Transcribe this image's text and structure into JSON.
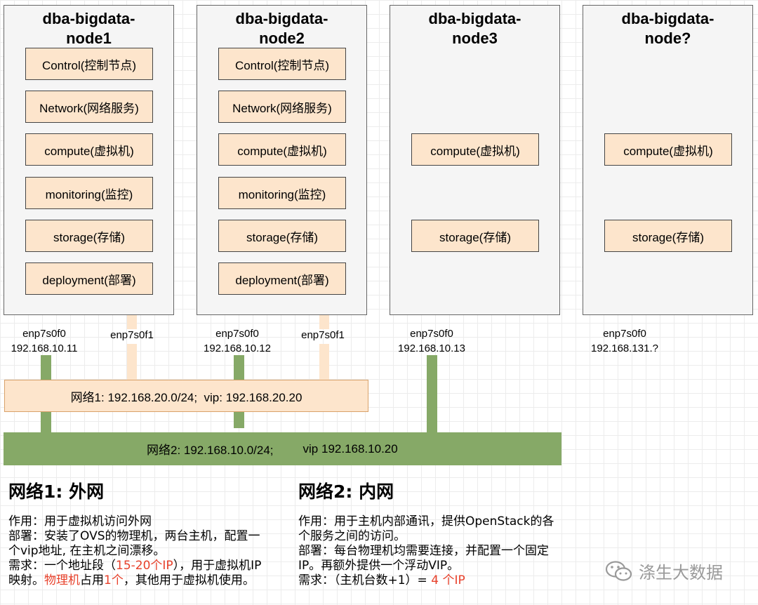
{
  "nodes": [
    {
      "title": "dba-bigdata-\nnode1",
      "services": [
        "Control(控制节点)",
        "Network(网络服务)",
        "compute(虚拟机)",
        "monitoring(监控)",
        "storage(存储)",
        "deployment(部署)"
      ]
    },
    {
      "title": "dba-bigdata-\nnode2",
      "services": [
        "Control(控制节点)",
        "Network(网络服务)",
        "compute(虚拟机)",
        "monitoring(监控)",
        "storage(存储)",
        "deployment(部署)"
      ]
    },
    {
      "title": "dba-bigdata-\nnode3",
      "services": [
        "compute(虚拟机)",
        "storage(存储)"
      ]
    },
    {
      "title": "dba-bigdata-\nnode?",
      "services": [
        "compute(虚拟机)",
        "storage(存储)"
      ]
    }
  ],
  "nics": [
    {
      "name": "enp7s0f0",
      "ip": "192.168.10.11"
    },
    {
      "name": "enp7s0f1",
      "ip": ""
    },
    {
      "name": "enp7s0f0",
      "ip": "192.168.10.12"
    },
    {
      "name": "enp7s0f1",
      "ip": ""
    },
    {
      "name": "enp7s0f0",
      "ip": "192.168.10.13"
    },
    {
      "name": "enp7s0f0",
      "ip": "192.168.131.?"
    }
  ],
  "networks": {
    "net1_label": "网络1: 192.168.20.0/24;  vip: 192.168.20.20",
    "net2_cidr": "网络2: 192.168.10.0/24;",
    "net2_vip": "vip 192.168.10.20"
  },
  "section1": {
    "title": "网络1: 外网",
    "line1": "作用：用于虚拟机访问外网",
    "line2": "部署：安装了OVS的物理机，两台主机，配置一个vip地址, 在主机之间漂移。",
    "need_prefix": "需求：一个地址段（",
    "need_red1": "15-20个IP",
    "need_mid": "），用于虚拟机IP映射。",
    "need_red2": "物理机",
    "need_mid2": "占用",
    "need_red3": "1个",
    "need_suffix": "，其他用于虚拟机使用。"
  },
  "section2": {
    "title": "网络2: 内网",
    "line1": "作用：用于主机内部通讯，提供OpenStack的各个服务之间的访问。",
    "line2": "部署：每台物理机均需要连接，并配置一个固定IP。再额外提供一个浮动VIP。",
    "need_prefix": "需求：（主机台数+1）= ",
    "need_red": "4  个IP"
  },
  "watermark": "涤生大数据",
  "colors": {
    "service_fill": "#fde5cc",
    "net2_green": "#86a967",
    "highlight_red": "#e8412b",
    "node_fill": "#f5f5f5"
  }
}
